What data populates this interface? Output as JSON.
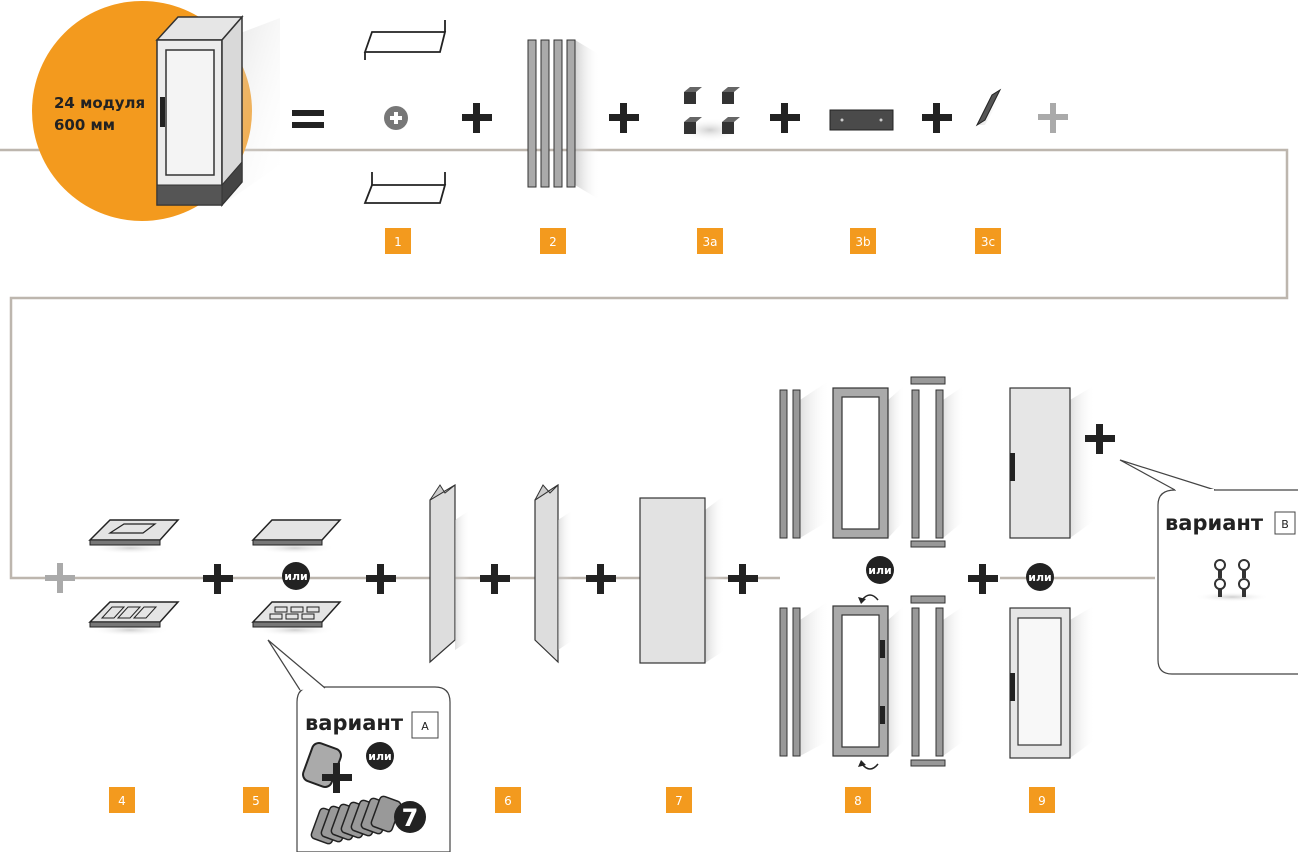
{
  "hero": {
    "modules_text": "24 модуля",
    "width_text": "600 мм"
  },
  "symbols": {
    "equals": "=",
    "plus": "+",
    "or": "или"
  },
  "step_labels": [
    "1",
    "2",
    "3a",
    "3b",
    "3c",
    "4",
    "5",
    "6",
    "7",
    "8",
    "9"
  ],
  "variant_a": {
    "title": "вариант",
    "badge": "A",
    "or_text": "или",
    "number": "7"
  },
  "variant_b": {
    "title": "вариант",
    "badge": "B"
  },
  "colors": {
    "accent_orange": "#F39A1E",
    "line_gray": "#BDB6AE",
    "dark": "#222222",
    "panel_gray": "#D7D7D7",
    "mid_gray": "#9A9A9A"
  }
}
